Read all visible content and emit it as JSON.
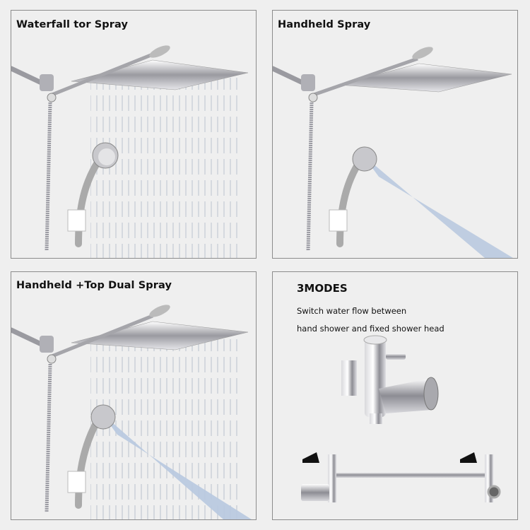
{
  "panels": [
    {
      "id": "waterfall",
      "title": "Waterfall tor Spray",
      "mode": "rain"
    },
    {
      "id": "handheld",
      "title": "Handheld Spray",
      "mode": "handheld"
    },
    {
      "id": "dual",
      "title": "Handheld +Top Dual Spray",
      "mode": "dual"
    },
    {
      "id": "modes",
      "title": "3MODES",
      "lines": [
        "Switch water flow between",
        "hand shower and fixed shower head"
      ],
      "parts": [
        "diverter-valve",
        "extension-arm"
      ]
    }
  ],
  "colors": {
    "background": "#efefef",
    "border": "#8c8c8c",
    "chrome": "#c8c8cc",
    "water": "#c9d6e6",
    "spray_blue": "#b8c8e0"
  }
}
